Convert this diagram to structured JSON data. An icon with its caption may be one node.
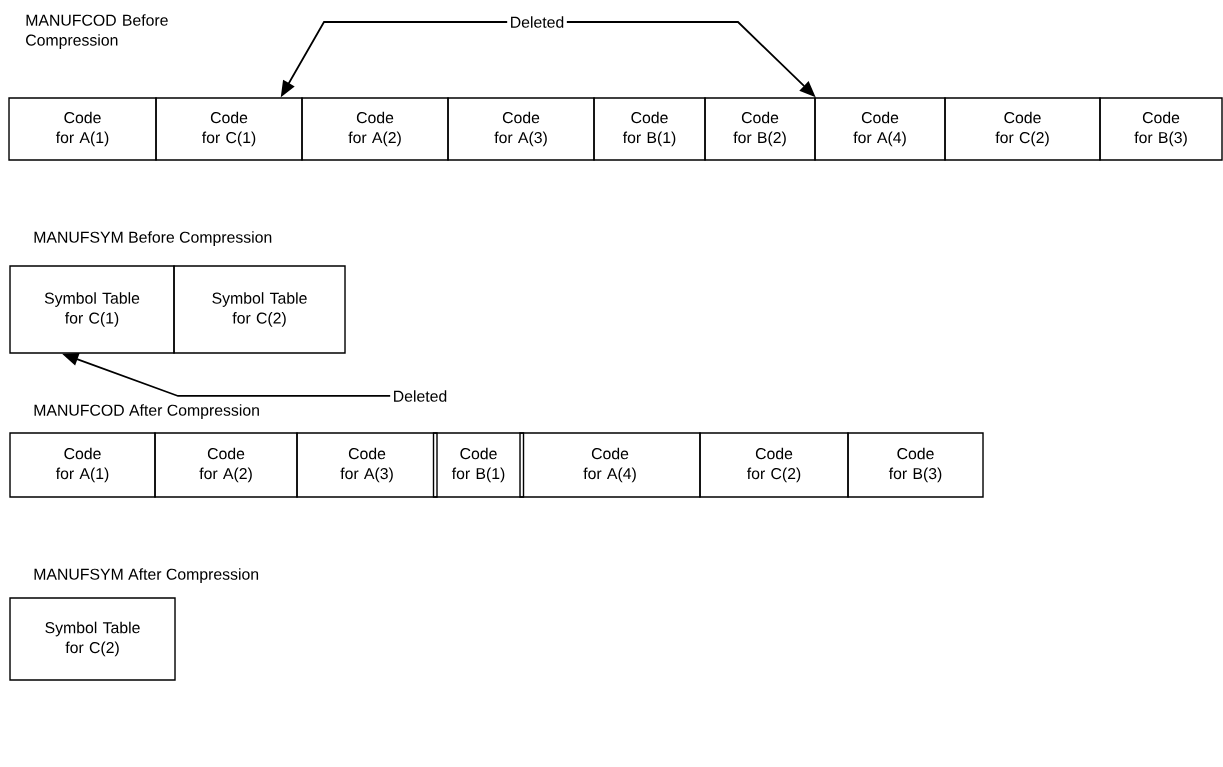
{
  "diagram": {
    "nodes": [
      {
        "text": [
          "Code for A(1)"
        ]
      },
      {
        "text": [
          "Code for C(1)"
        ]
      },
      {
        "text": [
          "Code for A(2)"
        ]
      },
      {
        "text": [
          "Code for A(3)"
        ]
      },
      {
        "text": [
          "Code for B(1)"
        ]
      },
      {
        "text": [
          "Code for B(2)"
        ]
      },
      {
        "text": [
          "Code for A(4)"
        ]
      },
      {
        "text": [
          "Code for C(2)"
        ]
      },
      {
        "text": [
          "Code for B(3)"
        ]
      },
      {
        "text": [
          "Deleted"
        ]
      },
      {
        "text": [
          "Symbol Table for C(1)"
        ]
      },
      {
        "text": [
          "Symbol Table for C(2)"
        ]
      },
      {
        "text": [
          "Deleted"
        ]
      },
      {
        "text": [
          "Code for A(1)"
        ]
      },
      {
        "text": [
          "Code for A(2)"
        ]
      },
      {
        "text": [
          "Code for A(3)"
        ]
      },
      {
        "text": [
          "Code for B(1)"
        ]
      },
      {
        "text": [
          "Code for A(4)"
        ]
      },
      {
        "text": [
          "Code for C(2)"
        ]
      },
      {
        "text": [
          "Code for B(3)"
        ]
      },
      {
        "text": [
          "Symbol Table for C(2)"
        ]
      }
    ],
    "edges": [
      {
        "from": 9,
        "to": 1,
        "arrow": "to"
      },
      {
        "from": 9,
        "to": 5,
        "arrow": "to"
      },
      {
        "from": 12,
        "to": 10,
        "arrow": "to"
      }
    ],
    "labels": [
      "MANUFCOD Before Compression",
      "MANUFSYM Before Compression",
      "MANUFCOD After Compression",
      "MANUFSYM After Compression"
    ]
  }
}
